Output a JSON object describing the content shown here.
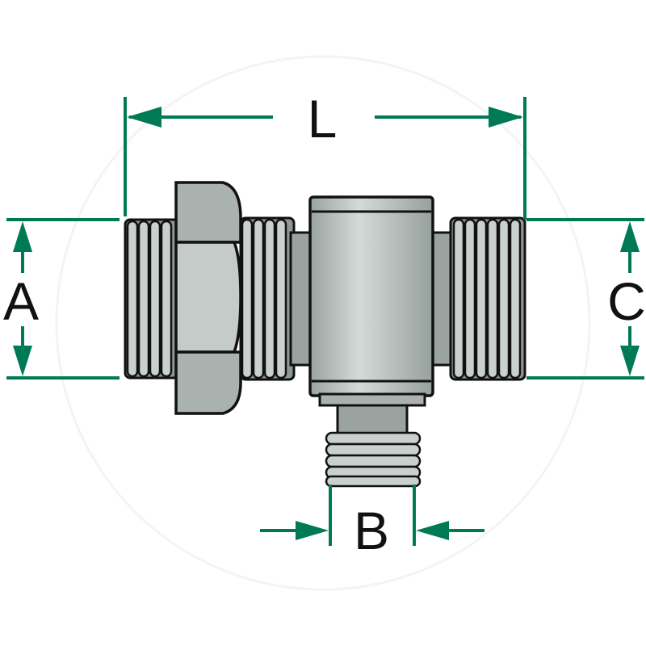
{
  "labels": {
    "length": "L",
    "port_a": "A",
    "port_b": "B",
    "port_c": "C"
  },
  "colors": {
    "dimension": "#007a55",
    "metal_light": "#c9d0ce",
    "metal_mid": "#a6afac",
    "metal_dark": "#6f7a77",
    "outline": "#111111"
  }
}
